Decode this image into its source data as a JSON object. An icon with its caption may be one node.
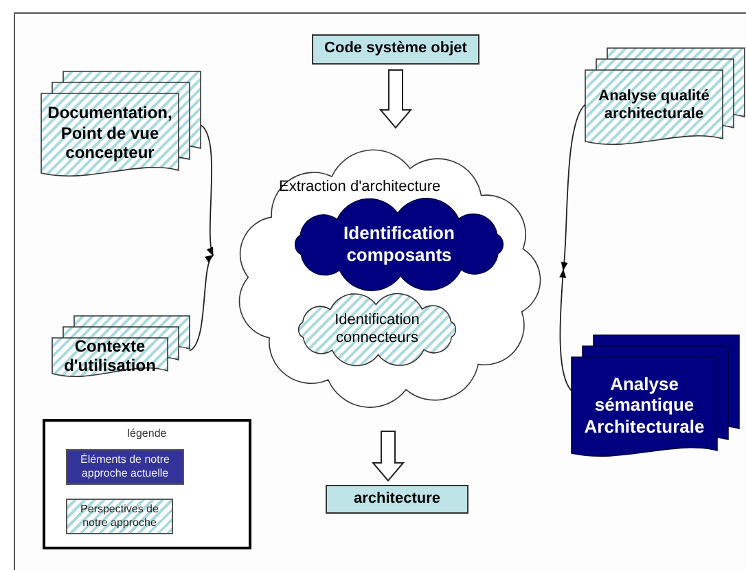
{
  "diagram": {
    "nodes": [
      {
        "text": [
          "Code système objet"
        ]
      },
      {
        "text": [
          "Documentation, Point de vue concepteur"
        ]
      },
      {
        "text": [
          "Analyse qualité architecturale"
        ]
      },
      {
        "text": [
          "Extraction d'architecture"
        ]
      },
      {
        "text": [
          "Identification composants"
        ],
        "in": 3
      },
      {
        "text": [
          "Identification connecteurs"
        ],
        "in": 3
      },
      {
        "text": [
          "Contexte d'utilisation"
        ]
      },
      {
        "text": [
          "Analyse sémantique Architecturale"
        ]
      },
      {
        "text": [
          "architecture"
        ]
      }
    ],
    "edges": [
      {
        "from": 0,
        "to": 3,
        "arrow": "to",
        "style": "thick"
      },
      {
        "from": 3,
        "to": 8,
        "arrow": "to",
        "style": "thick"
      },
      {
        "from": 1,
        "to": 3,
        "arrow": "to"
      },
      {
        "from": 6,
        "to": 3,
        "arrow": "to"
      },
      {
        "from": 2,
        "to": 3,
        "arrow": "to"
      },
      {
        "from": 7,
        "to": 3,
        "arrow": "to"
      }
    ],
    "labels": [
      "légende"
    ],
    "legend": [
      {
        "text": "Éléments de notre approche actuelle",
        "color": "#333399"
      },
      {
        "text": "Perspectives de notre approche"
      }
    ]
  }
}
